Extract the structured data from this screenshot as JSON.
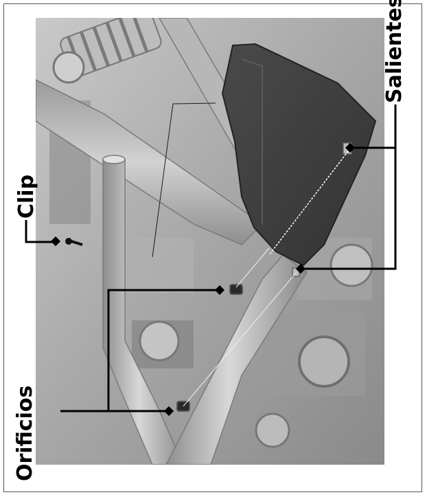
{
  "labels": {
    "clip": "Clip",
    "salientes": "Salientes",
    "orificios": "Orificios"
  },
  "colors": {
    "background": "#ffffff",
    "photo_base": "#9d9d9d",
    "cover": "#3f3f3f",
    "frame_tube": "#b9b9b9",
    "callout": "#000000"
  }
}
